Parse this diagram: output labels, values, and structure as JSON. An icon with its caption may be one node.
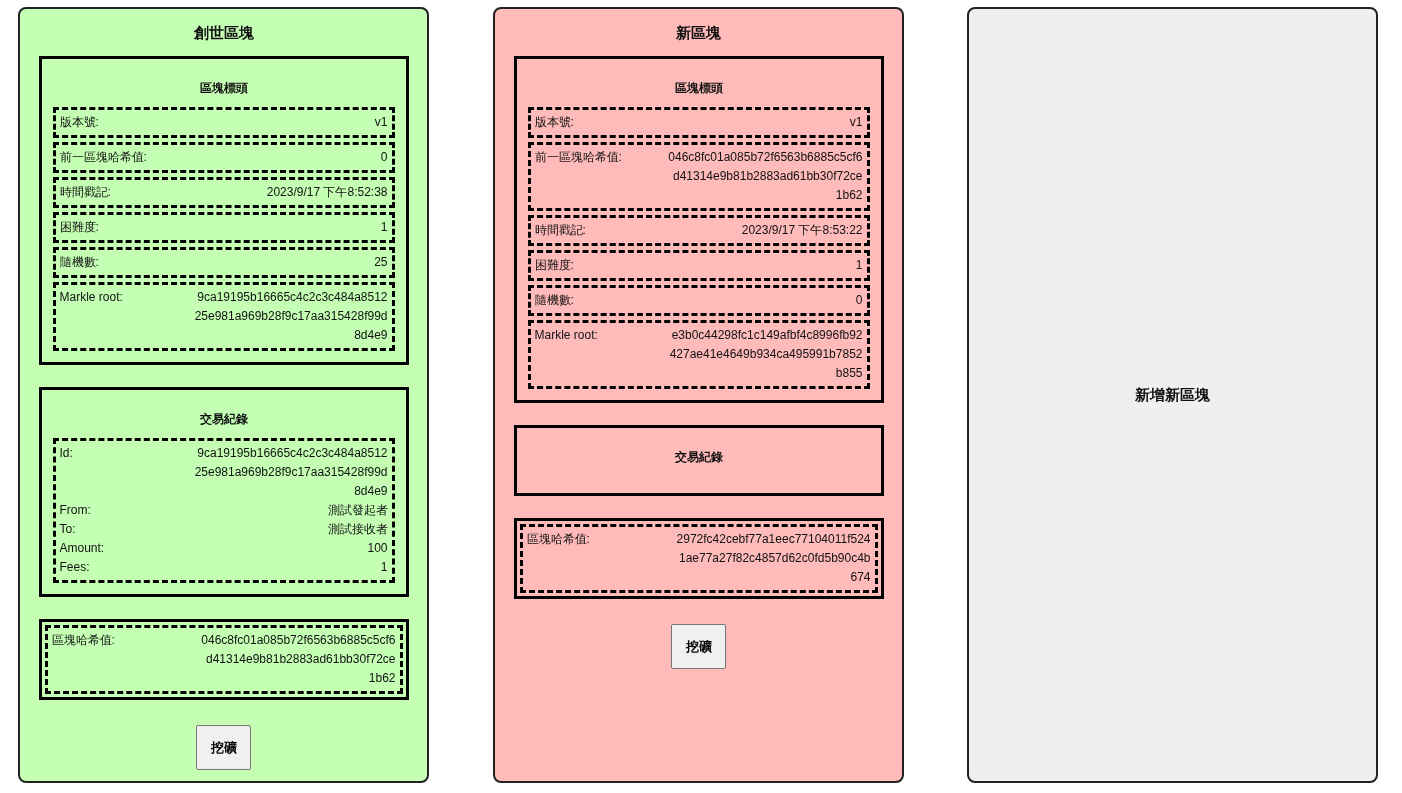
{
  "diagram": {
    "nodes": [
      {
        "text": [
          "創世區塊"
        ]
      },
      {
        "text": [
          "區塊標頭"
        ],
        "in": 0
      },
      {
        "text": [
          "版本號:",
          "v1"
        ],
        "in": 1
      },
      {
        "text": [
          "前一區塊哈希值:",
          "0"
        ],
        "in": 1
      },
      {
        "text": [
          "時間戳記:",
          "2023/9/17 下午8:52:38"
        ],
        "in": 1
      },
      {
        "text": [
          "困難度:",
          "1"
        ],
        "in": 1
      },
      {
        "text": [
          "隨機數:",
          "25"
        ],
        "in": 1
      },
      {
        "text": [
          "Markle root:",
          "9ca19195b16665c4c2c3c484a851225e981a969b28f9c17aa315428f99d8d4e9"
        ],
        "in": 1
      },
      {
        "text": [
          "交易紀錄"
        ],
        "in": 0
      },
      {
        "text": [
          "Id:",
          "9ca19195b16665c4c2c3c484a851225e981a969b28f9c17aa315428f99d8d4e9",
          "From:",
          "測試發起者",
          "To:",
          "測試接收者",
          "Amount:",
          "100",
          "Fees:",
          "1"
        ],
        "in": 8
      },
      {
        "text": [],
        "shape": "box",
        "in": 0
      },
      {
        "text": [
          "區塊哈希值:",
          "046c8fc01a085b72f6563b6885c5cf6d41314e9b81b2883ad61bb30f72ce1b62"
        ],
        "in": 10
      },
      {
        "text": [
          "挖礦"
        ],
        "in": 0
      },
      {
        "text": [
          "新區塊"
        ]
      },
      {
        "text": [
          "區塊標頭"
        ],
        "in": 13
      },
      {
        "text": [
          "版本號:",
          "v1"
        ],
        "in": 14
      },
      {
        "text": [
          "前一區塊哈希值:",
          "046c8fc01a085b72f6563b6885c5cf6d41314e9b81b2883ad61bb30f72ce1b62"
        ],
        "in": 14
      },
      {
        "text": [
          "時間戳記:",
          "2023/9/17 下午8:53:22"
        ],
        "in": 14
      },
      {
        "text": [
          "困難度:",
          "1"
        ],
        "in": 14
      },
      {
        "text": [
          "隨機數:",
          "0"
        ],
        "in": 14
      },
      {
        "text": [
          "Markle root:",
          "e3b0c44298fc1c149afbf4c8996fb92427ae41e4649b934ca495991b7852b855"
        ],
        "in": 14
      },
      {
        "text": [
          "交易紀錄"
        ],
        "in": 13
      },
      {
        "text": [],
        "shape": "box",
        "in": 13
      },
      {
        "text": [
          "區塊哈希值:",
          "2972fc42cebf77a1eec77104011f5241ae77a27f82c4857d62c0fd5b90c4b674"
        ],
        "in": 22
      },
      {
        "text": [
          "挖礦"
        ],
        "in": 13
      },
      {
        "text": [
          "新增新區塊"
        ]
      }
    ]
  }
}
